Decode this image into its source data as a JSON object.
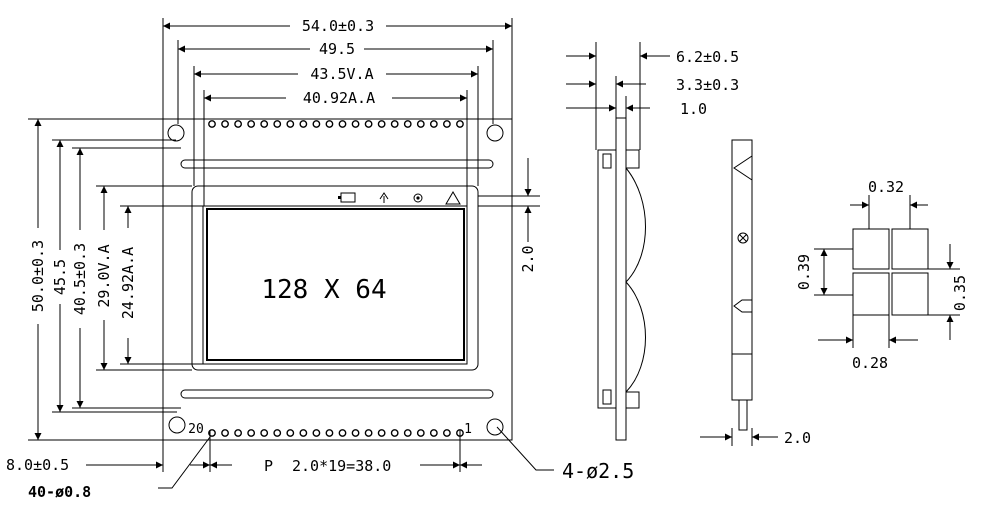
{
  "front_view": {
    "outline_width": "54.0±0.3",
    "hole_spacing_width": "49.5",
    "viewing_area_width": "43.5V.A",
    "active_area_width": "40.92A.A",
    "outline_height": "50.0±0.3",
    "hole_spacing_height": "45.5",
    "bezel_height": "40.5±0.3",
    "viewing_area_height": "29.0V.A",
    "active_area_height": "24.92A.A",
    "icon_row_offset": "2.0",
    "resolution_label": "128 X 64",
    "pin_20_label": "20",
    "pin_1_label": "1",
    "edge_to_pin_offset": "8.0±0.5",
    "pitch_label": "P",
    "pin_span": "2.0*19=38.0",
    "pin_hole_callout": "40-ø0.8",
    "mount_hole_callout": "4-ø2.5"
  },
  "side_view": {
    "total_thickness": "6.2±0.5",
    "module_thickness": "3.3±0.3",
    "pcb_thickness": "1.0"
  },
  "edge_view": {
    "pin_offset": "2.0"
  },
  "pixel_detail": {
    "dot_width": "0.32",
    "dot_height": "0.39",
    "pitch_vertical": "0.35",
    "pitch_horizontal": "0.28"
  }
}
